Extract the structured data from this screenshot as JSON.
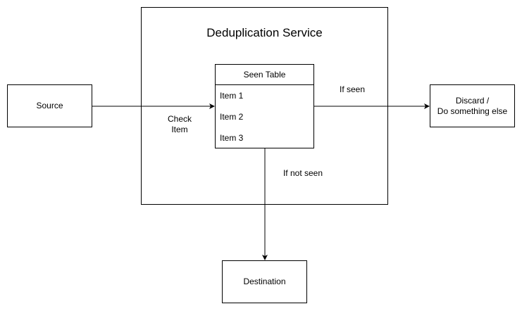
{
  "nodes": {
    "service": {
      "title": "Deduplication Service"
    },
    "source": {
      "label": "Source"
    },
    "seen_table": {
      "header": "Seen Table",
      "items": [
        "Item 1",
        "Item 2",
        "Item 3"
      ]
    },
    "discard": {
      "line1": "Discard /",
      "line2": "Do something else"
    },
    "destination": {
      "label": "Destination"
    }
  },
  "edges": {
    "check": {
      "line1": "Check",
      "line2": "Item"
    },
    "seen": {
      "label": "If seen"
    },
    "not_seen": {
      "label": "If not seen"
    }
  },
  "colors": {
    "stroke": "#000000",
    "background": "#ffffff"
  }
}
